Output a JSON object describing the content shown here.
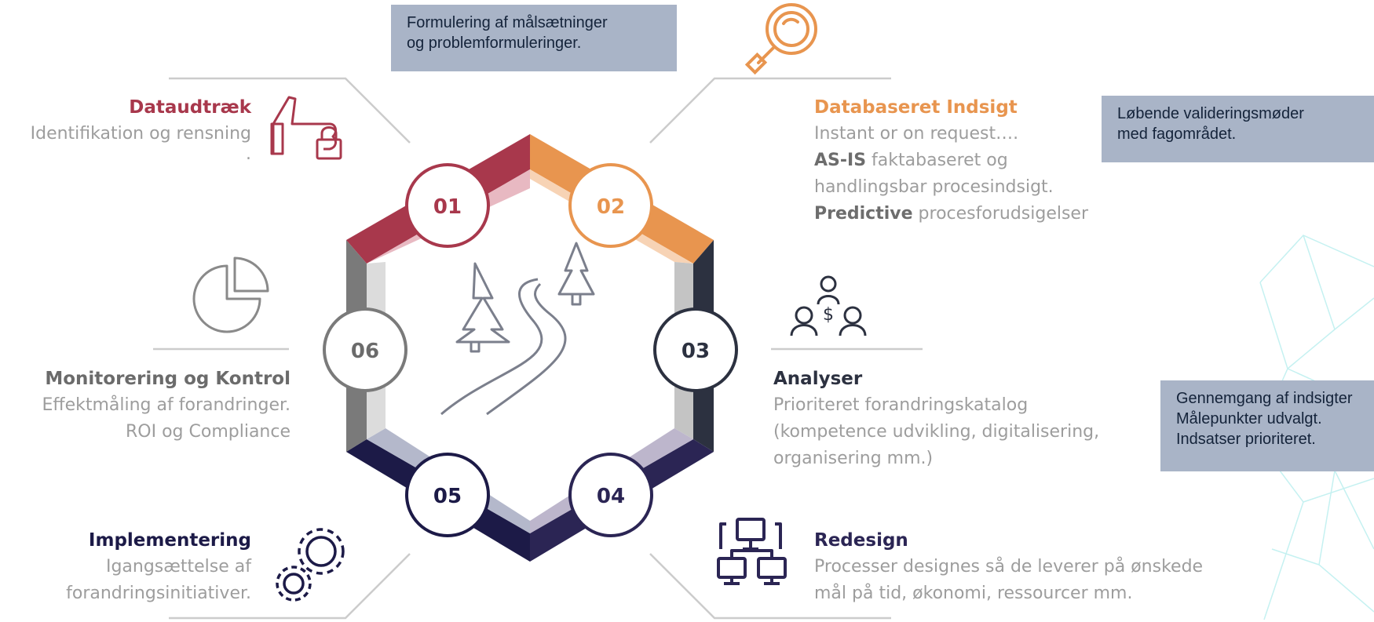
{
  "callouts": {
    "top": [
      "Formulering af målsætninger",
      "og problemformuleringer."
    ],
    "right_top": [
      "Løbende valideringsmøder",
      "med fagområdet."
    ],
    "right_mid": [
      "Gennemgang af indsigter",
      "Målepunkter udvalgt.",
      "Indsatser prioriteret."
    ]
  },
  "steps": [
    {
      "number": "01",
      "title": "Dataudtræk",
      "lines": [
        "Identifikation og rensning",
        "."
      ],
      "color": "#a8384c",
      "icon": "thumbs-up-lock-icon"
    },
    {
      "number": "02",
      "title": "Databaseret Indsigt",
      "color": "#e8954f",
      "icon": "magnifier-icon",
      "lines": [
        "Instant or on request….",
        "faktabaseret og",
        "handlingsbar procesindsigt.",
        "procesforudsigelser"
      ],
      "bold": {
        "as_is": "AS-IS",
        "predictive": "Predictive"
      }
    },
    {
      "number": "03",
      "title": "Analyser",
      "color": "#2c3140",
      "icon": "people-money-icon",
      "lines": [
        "Prioriteret forandringskatalog",
        "(kompetence udvikling, digitalisering,",
        "organisering mm.)"
      ]
    },
    {
      "number": "04",
      "title": "Redesign",
      "color": "#2b2554",
      "icon": "network-computers-icon",
      "lines": [
        "Processer designes så de leverer på ønskede",
        "mål på tid, økonomi, ressourcer mm."
      ]
    },
    {
      "number": "05",
      "title": "Implementering",
      "color": "#1c1a47",
      "icon": "gears-icon",
      "lines": [
        "Igangsættelse af",
        "forandringsinitiativer."
      ]
    },
    {
      "number": "06",
      "title": "Monitorering og Kontrol",
      "color": "#6b6b6b",
      "icon": "pie-chart-icon",
      "lines": [
        "Effektmåling af forandringer.",
        "ROI og Compliance"
      ]
    }
  ],
  "center_icon": "road-trees-icon"
}
